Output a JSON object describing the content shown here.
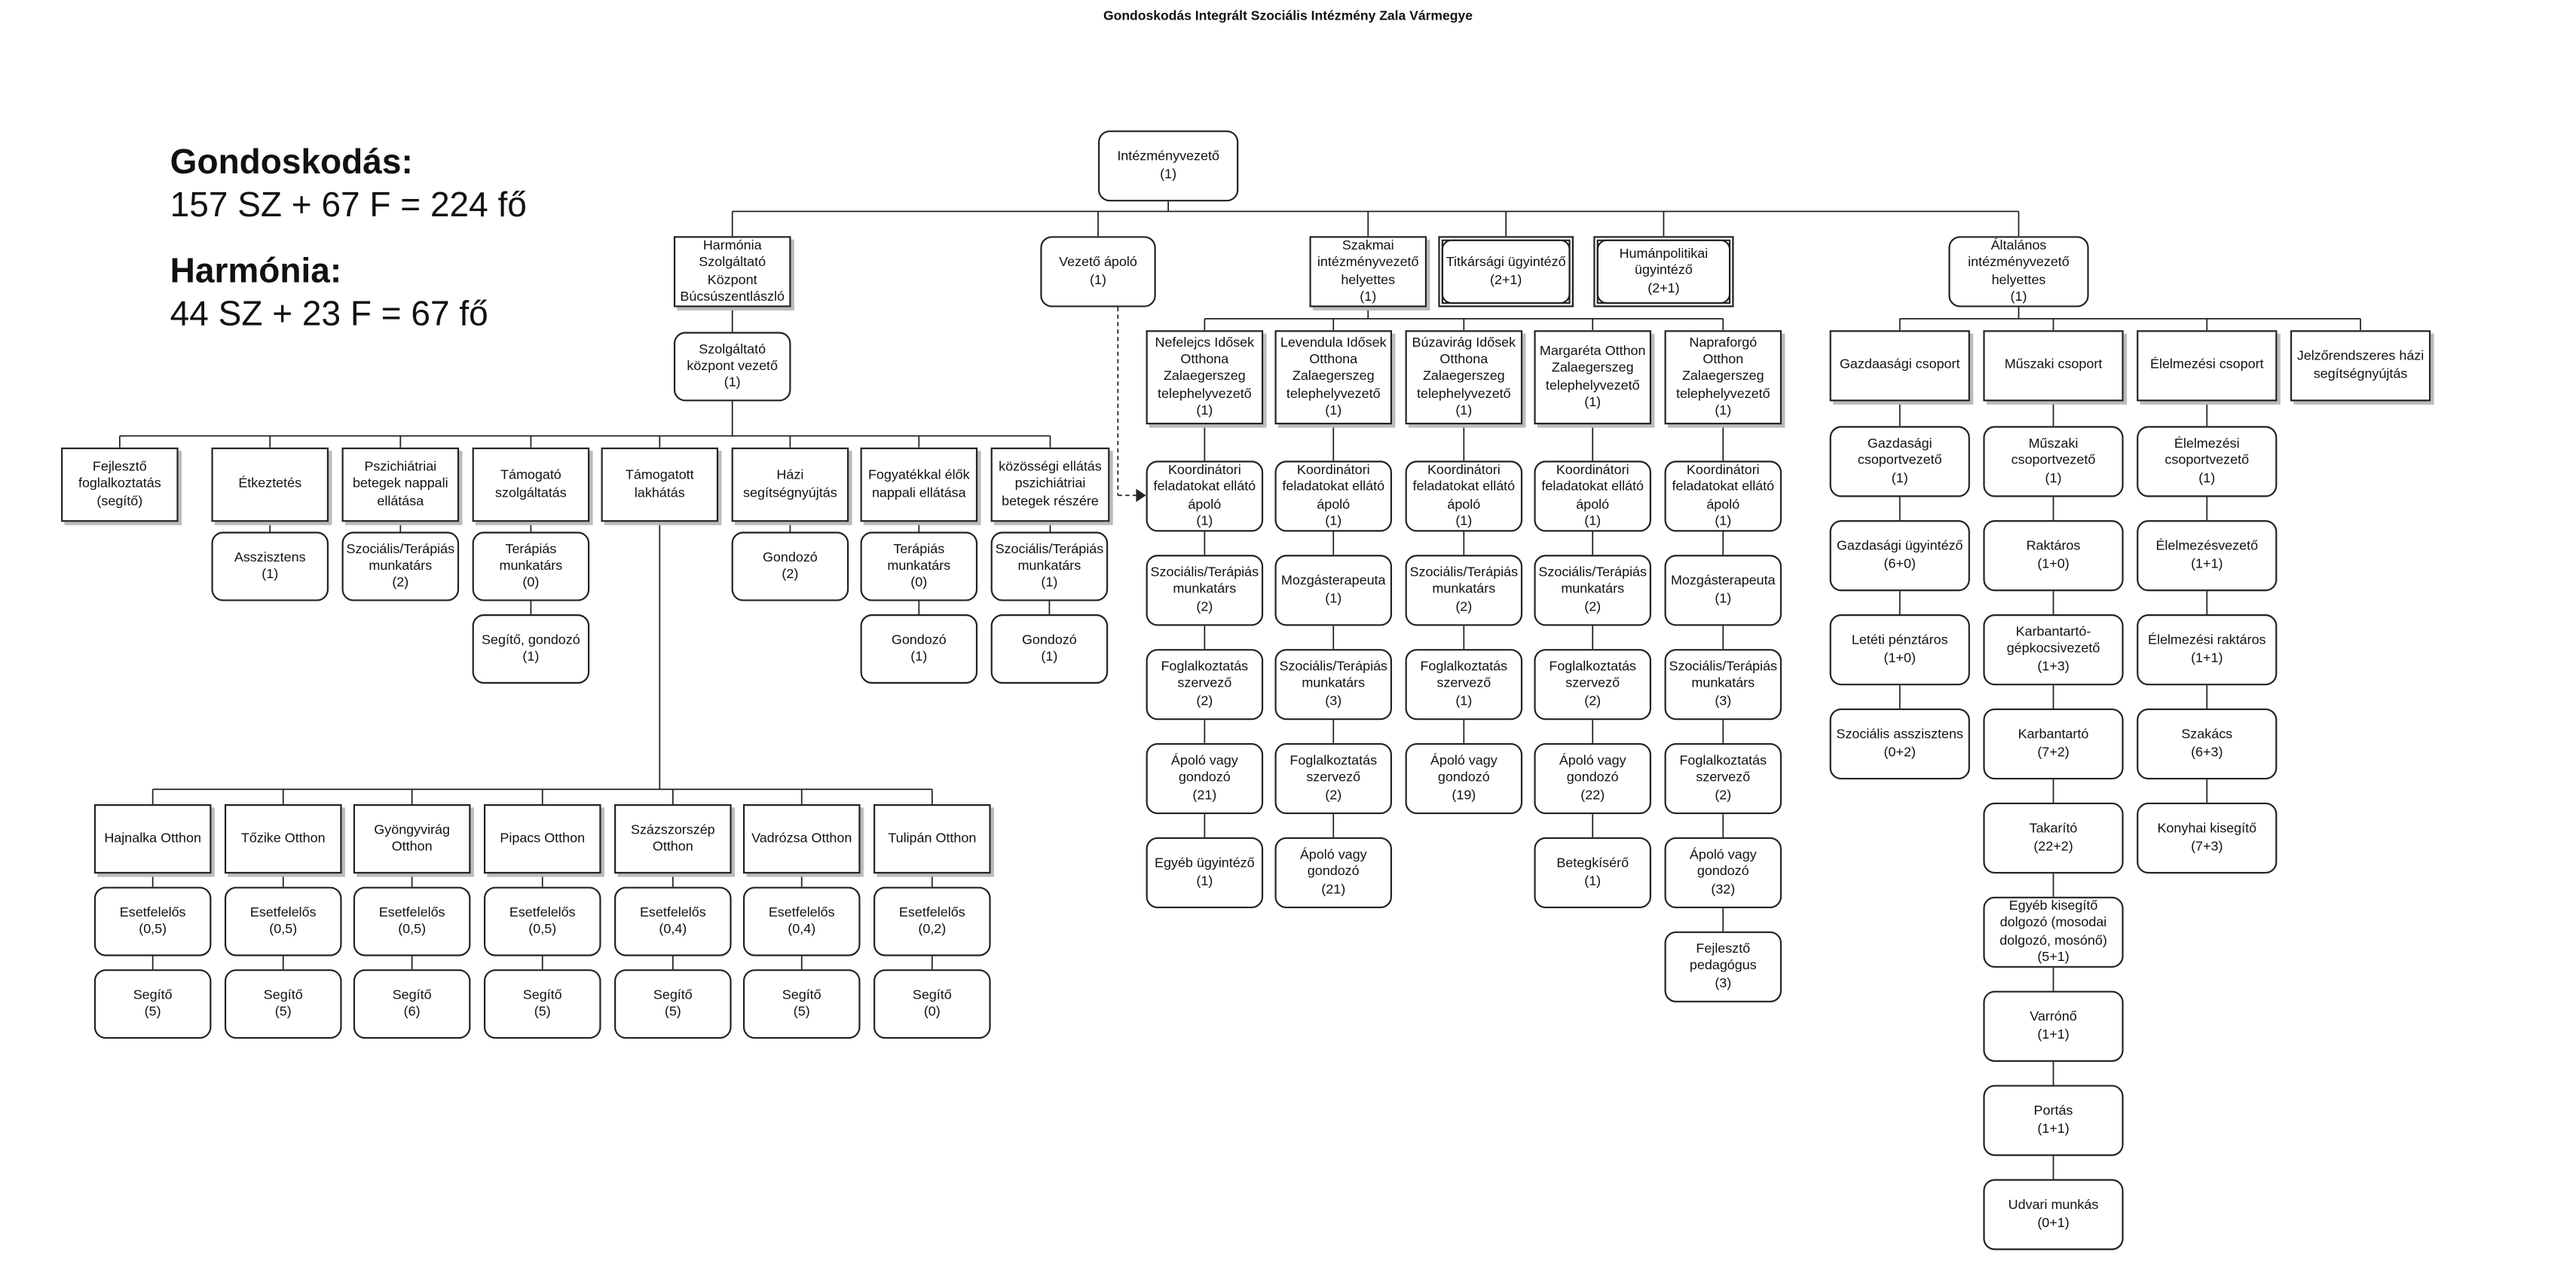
{
  "header": {
    "title": "Gondoskodás Integrált Szociális Intézmény Zala Vármegye"
  },
  "summary": {
    "gondoskodas_label": "Gondoskodás:",
    "gondoskodas_value": "157 SZ + 67 F = 224 fő",
    "harmonia_label": "Harmónia:",
    "harmonia_value": "44 SZ + 23 F = 67 fő"
  },
  "root": {
    "lines": [
      "Intézményvezető",
      "(1)"
    ]
  },
  "level1": [
    {
      "lines": [
        "Harmónia",
        "Szolgáltató",
        "Központ",
        "Búcsúszentlászló"
      ]
    },
    {
      "lines": [
        "Vezető ápoló",
        "(1)"
      ]
    },
    {
      "lines": [
        "Szakmai",
        "intézményvezető",
        "helyettes",
        "(1)"
      ]
    },
    {
      "lines": [
        "Titkársági ügyintéző",
        "(2+1)"
      ]
    },
    {
      "lines": [
        "Humánpolitikai",
        "ügyintéző",
        "(2+1)"
      ]
    },
    {
      "lines": [
        "Általános",
        "intézményvezető",
        "helyettes",
        "(1)"
      ]
    }
  ],
  "harmonia_leader": {
    "lines": [
      "Szolgáltató",
      "központ vezető",
      "(1)"
    ]
  },
  "services": [
    {
      "lines": [
        "Fejlesztő",
        "foglalkoztatás",
        "(segítő)"
      ],
      "children": []
    },
    {
      "lines": [
        "Étkeztetés"
      ],
      "children": [
        {
          "lines": [
            "Asszisztens",
            "(1)"
          ]
        }
      ]
    },
    {
      "lines": [
        "Pszichiátriai",
        "betegek nappali",
        "ellátása"
      ],
      "children": [
        {
          "lines": [
            "Szociális/Terápiás",
            "munkatárs",
            "(2)"
          ]
        }
      ]
    },
    {
      "lines": [
        "Támogató",
        "szolgáltatás"
      ],
      "children": [
        {
          "lines": [
            "Terápiás",
            "munkatárs",
            "(0)"
          ]
        },
        {
          "lines": [
            "Segítő, gondozó",
            "(1)"
          ]
        }
      ]
    },
    {
      "lines": [
        "Támogatott",
        "lakhátás"
      ],
      "children": []
    },
    {
      "lines": [
        "Házi",
        "segítségnyújtás"
      ],
      "children": [
        {
          "lines": [
            "Gondozó",
            "(2)"
          ]
        }
      ]
    },
    {
      "lines": [
        "Fogyatékkal élők",
        "nappali ellátása"
      ],
      "children": [
        {
          "lines": [
            "Terápiás",
            "munkatárs",
            "(0)"
          ]
        },
        {
          "lines": [
            "Gondozó",
            "(1)"
          ]
        }
      ]
    },
    {
      "lines": [
        "közösségi ellátás",
        "pszichiátriai",
        "betegek részére"
      ],
      "children": [
        {
          "lines": [
            "Szociális/Terápiás",
            "munkatárs",
            "(1)"
          ]
        },
        {
          "lines": [
            "Gondozó",
            "(1)"
          ]
        }
      ]
    }
  ],
  "homes": [
    {
      "lines": [
        "Hajnalka Otthon"
      ],
      "children": [
        {
          "lines": [
            "Esetfelelős",
            "(0,5)"
          ]
        },
        {
          "lines": [
            "Segítő",
            "(5)"
          ]
        }
      ]
    },
    {
      "lines": [
        "Tőzike Otthon"
      ],
      "children": [
        {
          "lines": [
            "Esetfelelős",
            "(0,5)"
          ]
        },
        {
          "lines": [
            "Segítő",
            "(5)"
          ]
        }
      ]
    },
    {
      "lines": [
        "Gyöngyvirág",
        "Otthon"
      ],
      "children": [
        {
          "lines": [
            "Esetfelelős",
            "(0,5)"
          ]
        },
        {
          "lines": [
            "Segítő",
            "(6)"
          ]
        }
      ]
    },
    {
      "lines": [
        "Pipacs Otthon"
      ],
      "children": [
        {
          "lines": [
            "Esetfelelős",
            "(0,5)"
          ]
        },
        {
          "lines": [
            "Segítő",
            "(5)"
          ]
        }
      ]
    },
    {
      "lines": [
        "Százszorszép",
        "Otthon"
      ],
      "children": [
        {
          "lines": [
            "Esetfelelős",
            "(0,4)"
          ]
        },
        {
          "lines": [
            "Segítő",
            "(5)"
          ]
        }
      ]
    },
    {
      "lines": [
        "Vadrózsa Otthon"
      ],
      "children": [
        {
          "lines": [
            "Esetfelelős",
            "(0,4)"
          ]
        },
        {
          "lines": [
            "Segítő",
            "(5)"
          ]
        }
      ]
    },
    {
      "lines": [
        "Tulipán Otthon"
      ],
      "children": [
        {
          "lines": [
            "Esetfelelős",
            "(0,2)"
          ]
        },
        {
          "lines": [
            "Segítő",
            "(0)"
          ]
        }
      ]
    }
  ],
  "sites": [
    {
      "lines": [
        "Nefelejcs Idősek",
        "Otthona",
        "Zalaegerszeg",
        "telephelyvezető",
        "(1)"
      ],
      "children": [
        {
          "lines": [
            "Koordinátori",
            "feladatokat ellátó",
            "ápoló",
            "(1)"
          ]
        },
        {
          "lines": [
            "Szociális/Terápiás",
            "munkatárs",
            "(2)"
          ]
        },
        {
          "lines": [
            "Foglalkoztatás",
            "szervező",
            "(2)"
          ]
        },
        {
          "lines": [
            "Ápoló vagy",
            "gondozó",
            "(21)"
          ]
        },
        {
          "lines": [
            "Egyéb ügyintéző",
            "(1)"
          ]
        }
      ]
    },
    {
      "lines": [
        "Levendula Idősek",
        "Otthona",
        "Zalaegerszeg",
        "telephelyvezető",
        "(1)"
      ],
      "children": [
        {
          "lines": [
            "Koordinátori",
            "feladatokat ellátó",
            "ápoló",
            "(1)"
          ]
        },
        {
          "lines": [
            "Mozgásterapeuta",
            "(1)"
          ]
        },
        {
          "lines": [
            "Szociális/Terápiás",
            "munkatárs",
            "(3)"
          ]
        },
        {
          "lines": [
            "Foglalkoztatás",
            "szervező",
            "(2)"
          ]
        },
        {
          "lines": [
            "Ápoló vagy",
            "gondozó",
            "(21)"
          ]
        }
      ]
    },
    {
      "lines": [
        "Búzavirág Idősek",
        "Otthona",
        "Zalaegerszeg",
        "telephelyvezető",
        "(1)"
      ],
      "children": [
        {
          "lines": [
            "Koordinátori",
            "feladatokat ellátó",
            "ápoló",
            "(1)"
          ]
        },
        {
          "lines": [
            "Szociális/Terápiás",
            "munkatárs",
            "(2)"
          ]
        },
        {
          "lines": [
            "Foglalkoztatás",
            "szervező",
            "(1)"
          ]
        },
        {
          "lines": [
            "Ápoló vagy",
            "gondozó",
            "(19)"
          ]
        }
      ]
    },
    {
      "lines": [
        "Margaréta Otthon",
        "Zalaegerszeg",
        "telephelyvezető",
        "(1)"
      ],
      "children": [
        {
          "lines": [
            "Koordinátori",
            "feladatokat ellátó",
            "ápoló",
            "(1)"
          ]
        },
        {
          "lines": [
            "Szociális/Terápiás",
            "munkatárs",
            "(2)"
          ]
        },
        {
          "lines": [
            "Foglalkoztatás",
            "szervező",
            "(2)"
          ]
        },
        {
          "lines": [
            "Ápoló vagy",
            "gondozó",
            "(22)"
          ]
        },
        {
          "lines": [
            "Betegkísérő",
            "(1)"
          ]
        }
      ]
    },
    {
      "lines": [
        "Napraforgó",
        "Otthon",
        "Zalaegerszeg",
        "telephelyvezető",
        "(1)"
      ],
      "children": [
        {
          "lines": [
            "Koordinátori",
            "feladatokat ellátó",
            "ápoló",
            "(1)"
          ]
        },
        {
          "lines": [
            "Mozgásterapeuta",
            "(1)"
          ]
        },
        {
          "lines": [
            "Szociális/Terápiás",
            "munkatárs",
            "(3)"
          ]
        },
        {
          "lines": [
            "Foglalkoztatás",
            "szervező",
            "(2)"
          ]
        },
        {
          "lines": [
            "Ápoló vagy",
            "gondozó",
            "(32)"
          ]
        },
        {
          "lines": [
            "Fejlesztő",
            "pedagógus",
            "(3)"
          ]
        }
      ]
    }
  ],
  "groups": [
    {
      "lines": [
        "Gazdaasági csoport"
      ],
      "children": [
        {
          "lines": [
            "Gazdasági",
            "csoportvezető",
            "(1)"
          ]
        },
        {
          "lines": [
            "Gazdasági ügyintéző",
            "(6+0)"
          ]
        },
        {
          "lines": [
            "Letéti pénztáros",
            "(1+0)"
          ]
        },
        {
          "lines": [
            "Szociális asszisztens",
            "(0+2)"
          ]
        }
      ]
    },
    {
      "lines": [
        "Műszaki csoport"
      ],
      "children": [
        {
          "lines": [
            "Műszaki",
            "csoportvezető",
            "(1)"
          ]
        },
        {
          "lines": [
            "Raktáros",
            "(1+0)"
          ]
        },
        {
          "lines": [
            "Karbantartó-",
            "gépkocsivezető",
            "(1+3)"
          ]
        },
        {
          "lines": [
            "Karbantartó",
            "(7+2)"
          ]
        },
        {
          "lines": [
            "Takarító",
            "(22+2)"
          ]
        },
        {
          "lines": [
            "Egyéb kisegítő",
            "dolgozó (mosodai",
            "dolgozó, mosónő)",
            "(5+1)"
          ]
        },
        {
          "lines": [
            "Varrónő",
            "(1+1)"
          ]
        },
        {
          "lines": [
            "Portás",
            "(1+1)"
          ]
        },
        {
          "lines": [
            "Udvari munkás",
            "(0+1)"
          ]
        }
      ]
    },
    {
      "lines": [
        "Élelmezési csoport"
      ],
      "children": [
        {
          "lines": [
            "Élelmezési",
            "csoportvezető",
            "(1)"
          ]
        },
        {
          "lines": [
            "Élelmezésvezető",
            "(1+1)"
          ]
        },
        {
          "lines": [
            "Élelmezési raktáros",
            "(1+1)"
          ]
        },
        {
          "lines": [
            "Szakács",
            "(6+3)"
          ]
        },
        {
          "lines": [
            "Konyhai kisegítő",
            "(7+3)"
          ]
        }
      ]
    },
    {
      "lines": [
        "Jelzőrendszeres házi",
        "segítségnyújtás"
      ],
      "children": []
    }
  ]
}
